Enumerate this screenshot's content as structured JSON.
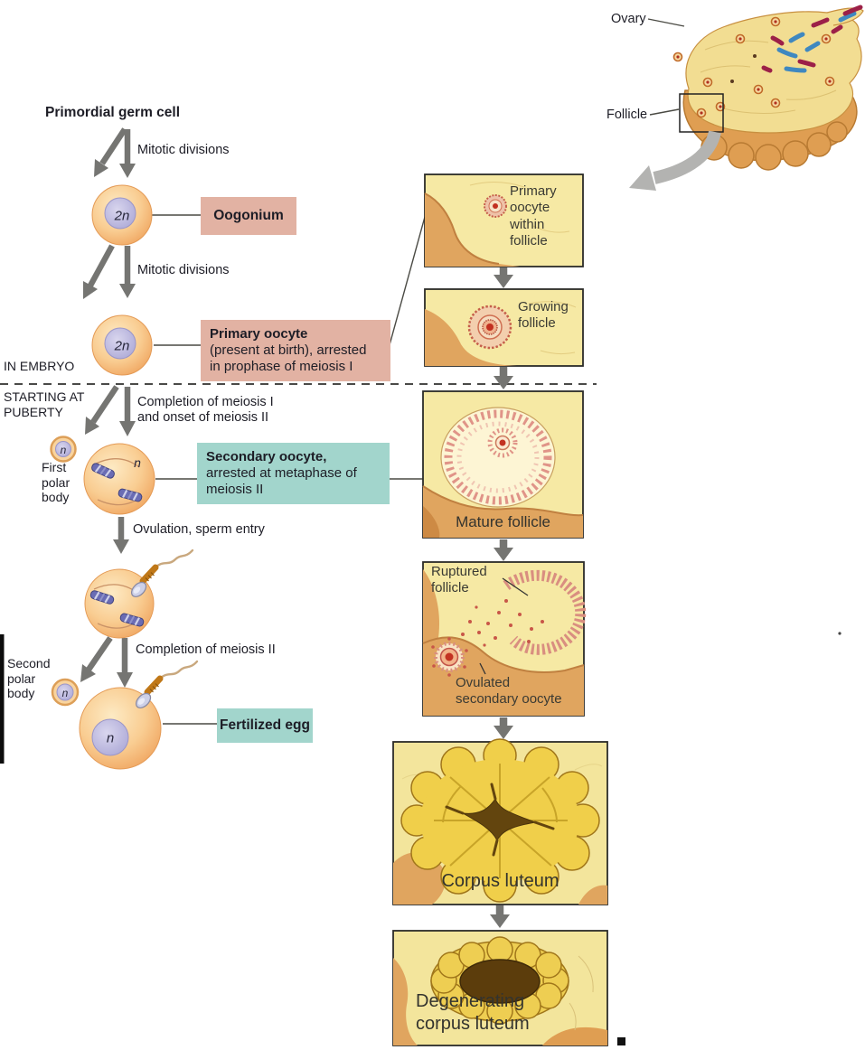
{
  "figure": {
    "left_flow": {
      "primordial_germ_cell": "Primordial germ cell",
      "mitotic_divisions_1": "Mitotic divisions",
      "mitotic_divisions_2": "Mitotic divisions",
      "in_embryo": "IN EMBRYO",
      "starting_at_puberty": "STARTING AT\nPUBERTY",
      "meiosis_1": "Completion of meiosis I\nand onset of meiosis II",
      "ovulation": "Ovulation, sperm entry",
      "meiosis_2": "Completion of meiosis II",
      "first_polar_body": "First\npolar\nbody",
      "second_polar_body": "Second\npolar\nbody",
      "ploidy": {
        "oogonium": "2n",
        "primary_oocyte": "2n",
        "first_polar_body": "n",
        "secondary_oocyte": "n",
        "second_polar_body": "n",
        "fertilized_egg": "n"
      }
    },
    "callout_boxes": {
      "oogonium": "Oogonium",
      "primary_oocyte_title": "Primary oocyte",
      "primary_oocyte_desc": "(present at birth), arrested\nin prophase of meiosis I",
      "secondary_oocyte_title": "Secondary oocyte,",
      "secondary_oocyte_desc": "arrested at metaphase of\nmeiosis II",
      "fertilized_egg": "Fertilized egg"
    },
    "ovary_inset": {
      "ovary": "Ovary",
      "follicle": "Follicle"
    },
    "follicle_panels": [
      {
        "label": "Primary\noocyte\nwithin\nfollicle"
      },
      {
        "label": "Growing\nfollicle"
      },
      {
        "label": "Mature follicle"
      },
      {
        "label": "Ruptured\nfollicle",
        "label_2": "Ovulated\nsecondary oocyte"
      },
      {
        "label": "Corpus luteum"
      },
      {
        "label": "Degenerating\ncorpus luteum"
      }
    ],
    "colors": {
      "callout_pink": "#e2b2a3",
      "callout_teal": "#a2d5cc",
      "arrow_gray": "#757572",
      "big_arrow_gray": "#b3b3b1",
      "cell_orange": "#f6c088",
      "nucleus_purple": "#aeaad6",
      "chromosome_blue": "#6a6cb4",
      "panel_yellow": "#f6e9a4",
      "tissue_tan": "#e0a55f",
      "corpus_luteum_yellow": "#f0cf4a"
    }
  }
}
